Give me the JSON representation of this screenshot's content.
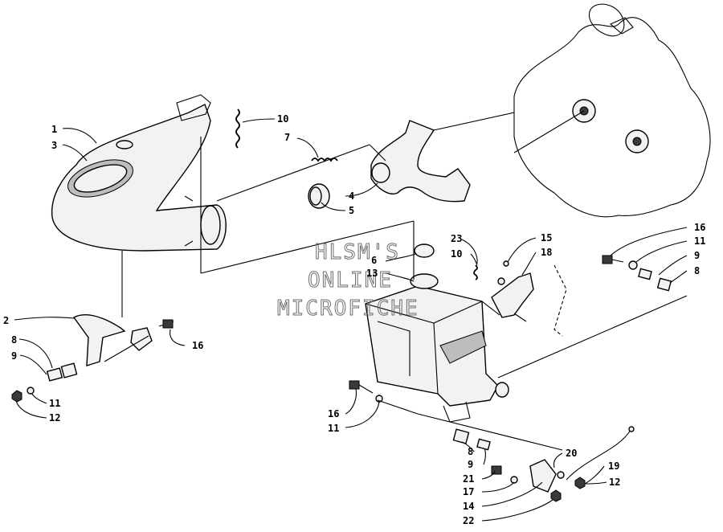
{
  "watermark": {
    "line1": "HLSM'S",
    "line2": "ONLINE",
    "line3": "MICROFICHE"
  },
  "callouts": {
    "c1": "1",
    "c3": "3",
    "c10a": "10",
    "c7": "7",
    "c4": "4",
    "c5": "5",
    "c2": "2",
    "c8a": "8",
    "c9a": "9",
    "c11a": "11",
    "c12a": "12",
    "c16a": "16",
    "c23": "23",
    "c15": "15",
    "c10b": "10",
    "c18": "18",
    "c6": "6",
    "c13": "13",
    "c16b": "16",
    "c11b": "11",
    "c9b": "9",
    "c8b": "8",
    "c16c": "16",
    "c11c": "11",
    "c8c": "8",
    "c9c": "9",
    "c20": "20",
    "c19": "19",
    "c21": "21",
    "c12b": "12",
    "c17": "17",
    "c14": "14",
    "c22": "22"
  }
}
